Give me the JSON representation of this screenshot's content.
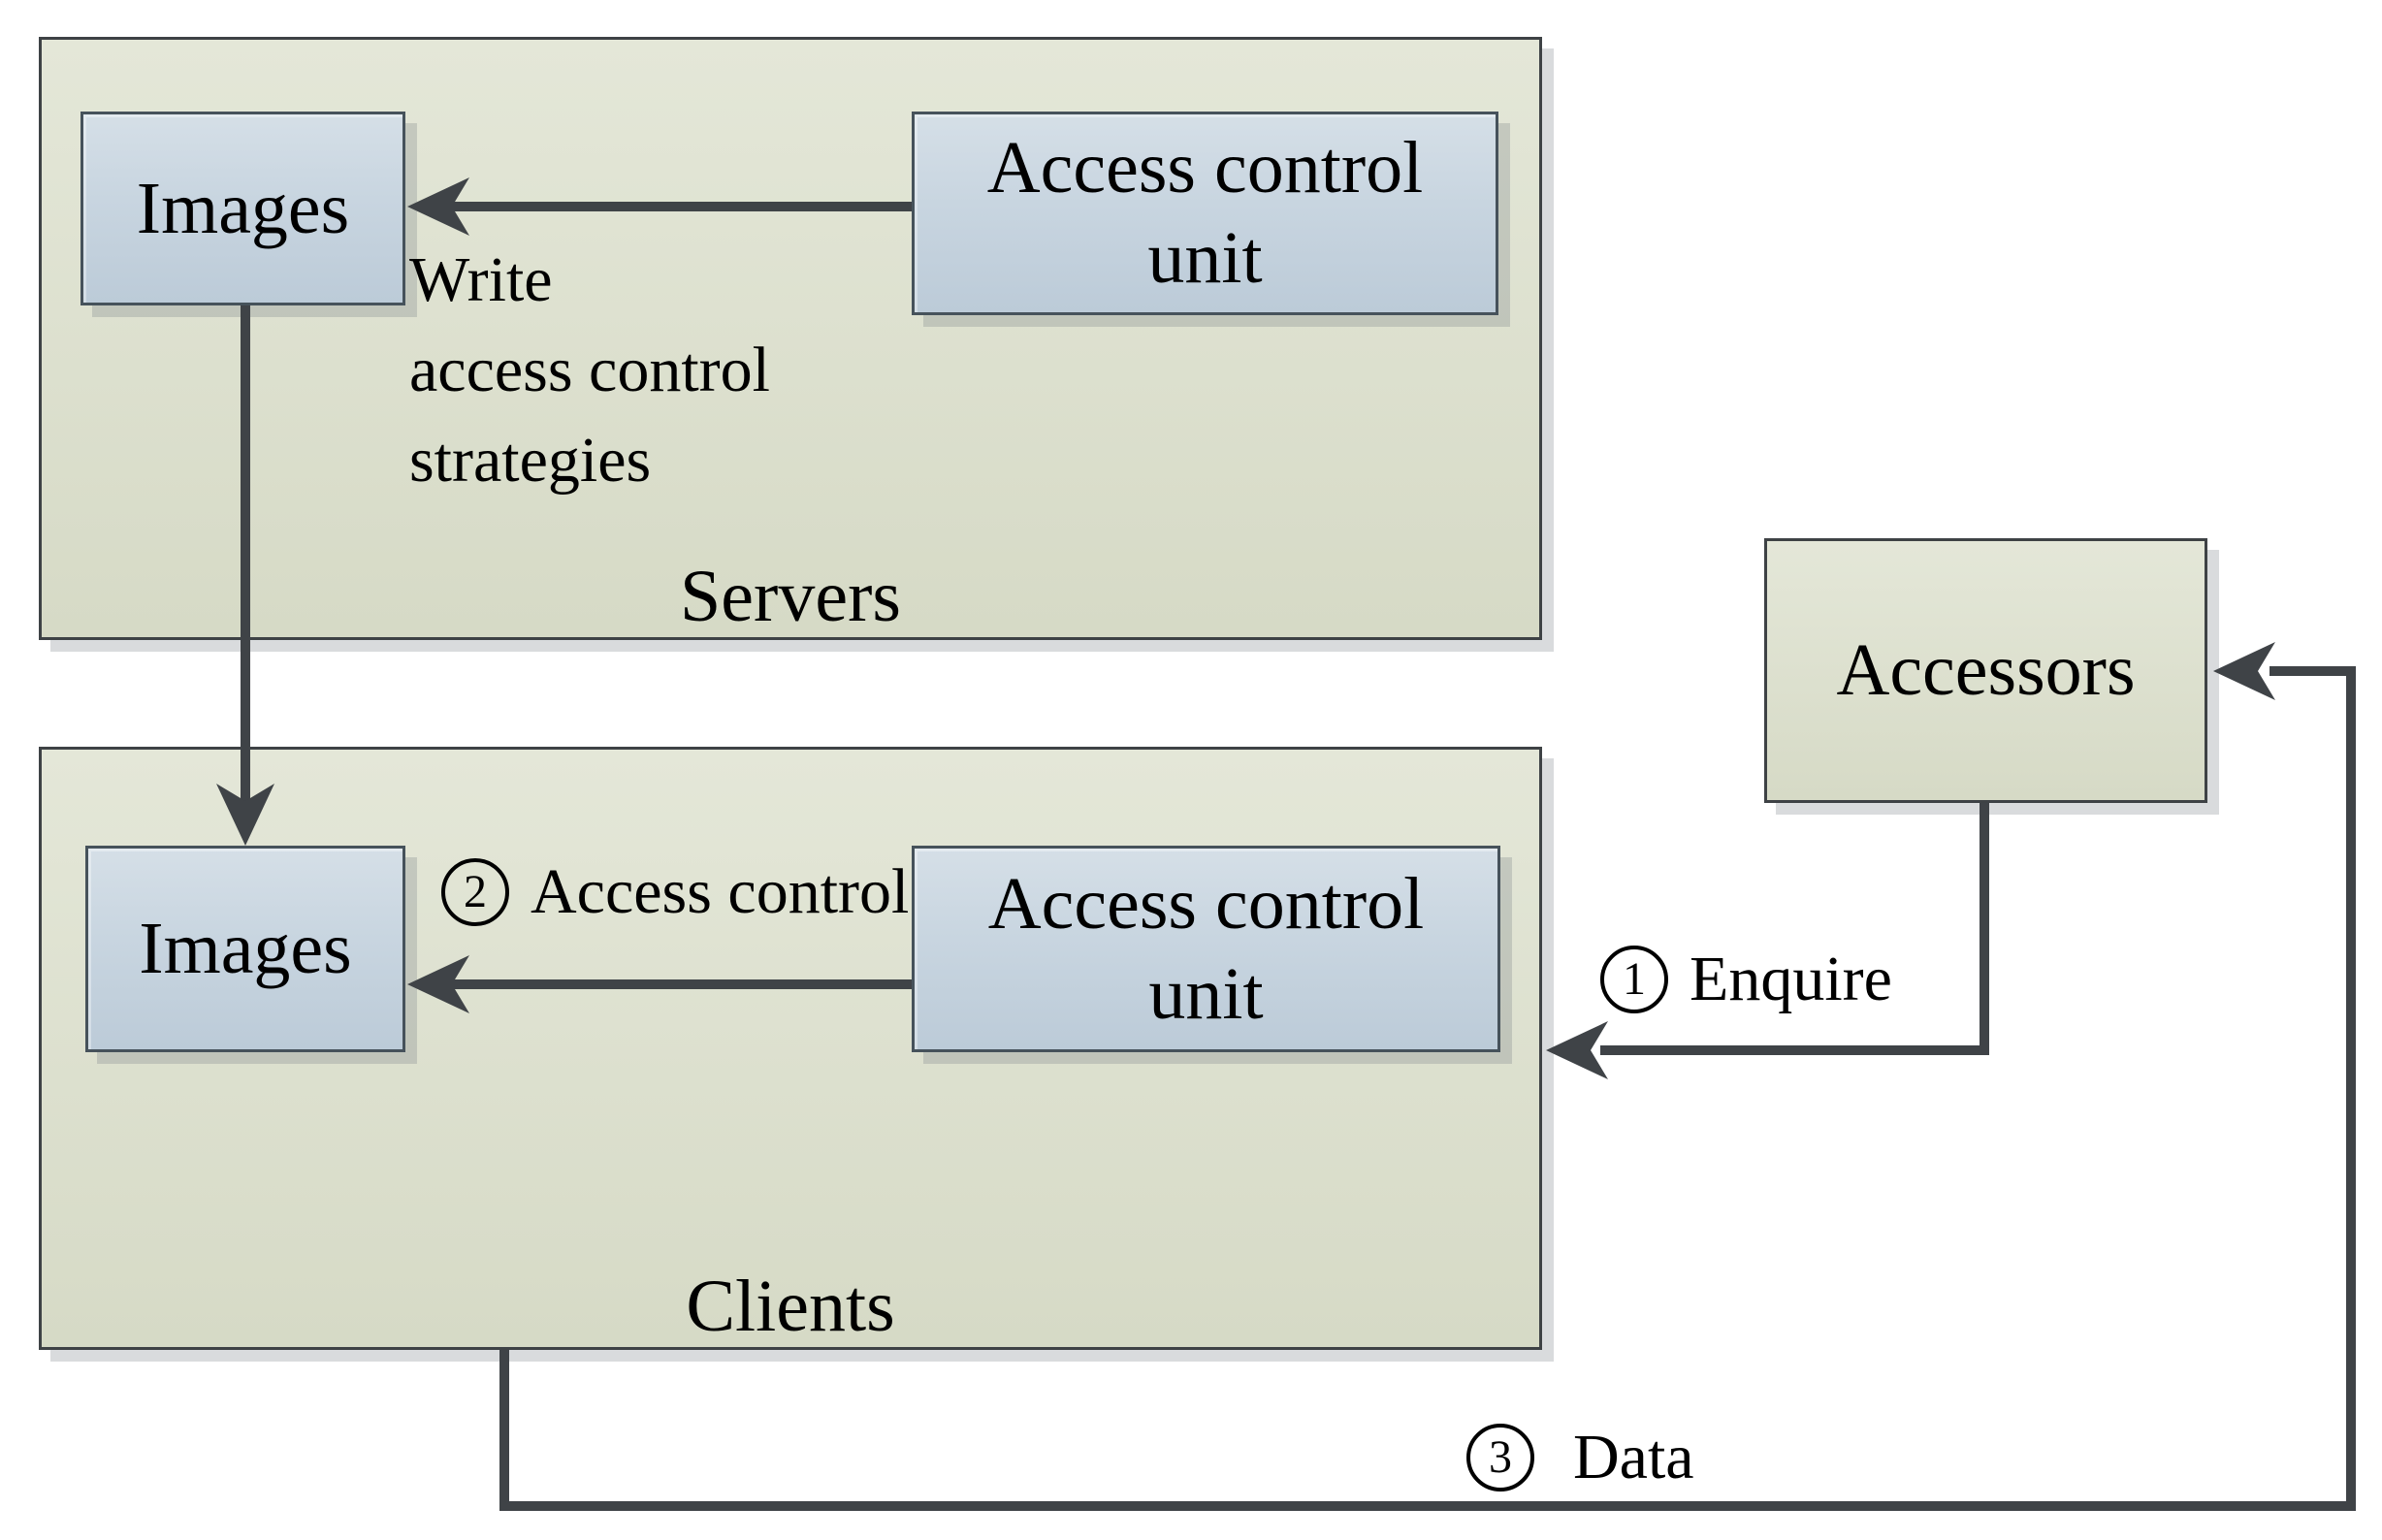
{
  "diagram": {
    "servers": {
      "title": "Servers",
      "images_label": "Images",
      "acu_label": "Access control unit",
      "note_lines": [
        "Write",
        "access control",
        "strategies"
      ]
    },
    "clients": {
      "title": "Clients",
      "images_label": "Images",
      "acu_label": "Access control unit"
    },
    "accessors": {
      "title": "Accessors"
    },
    "labels": {
      "access_control": {
        "num": "2",
        "text": "Access control"
      },
      "enquire": {
        "num": "1",
        "text": "Enquire"
      },
      "data": {
        "num": "3",
        "text": "Data"
      }
    },
    "colors": {
      "section_fill_top": "#e4e7d8",
      "section_fill_bottom": "#d6dac6",
      "section_border": "#3e4245",
      "box_fill_top": "#d5dfe7",
      "box_fill_bottom": "#bccbd8",
      "box_border": "#46525b",
      "connector": "#3f4347",
      "text": "#000000",
      "shadow": "rgba(120,124,133,0.28)"
    }
  }
}
